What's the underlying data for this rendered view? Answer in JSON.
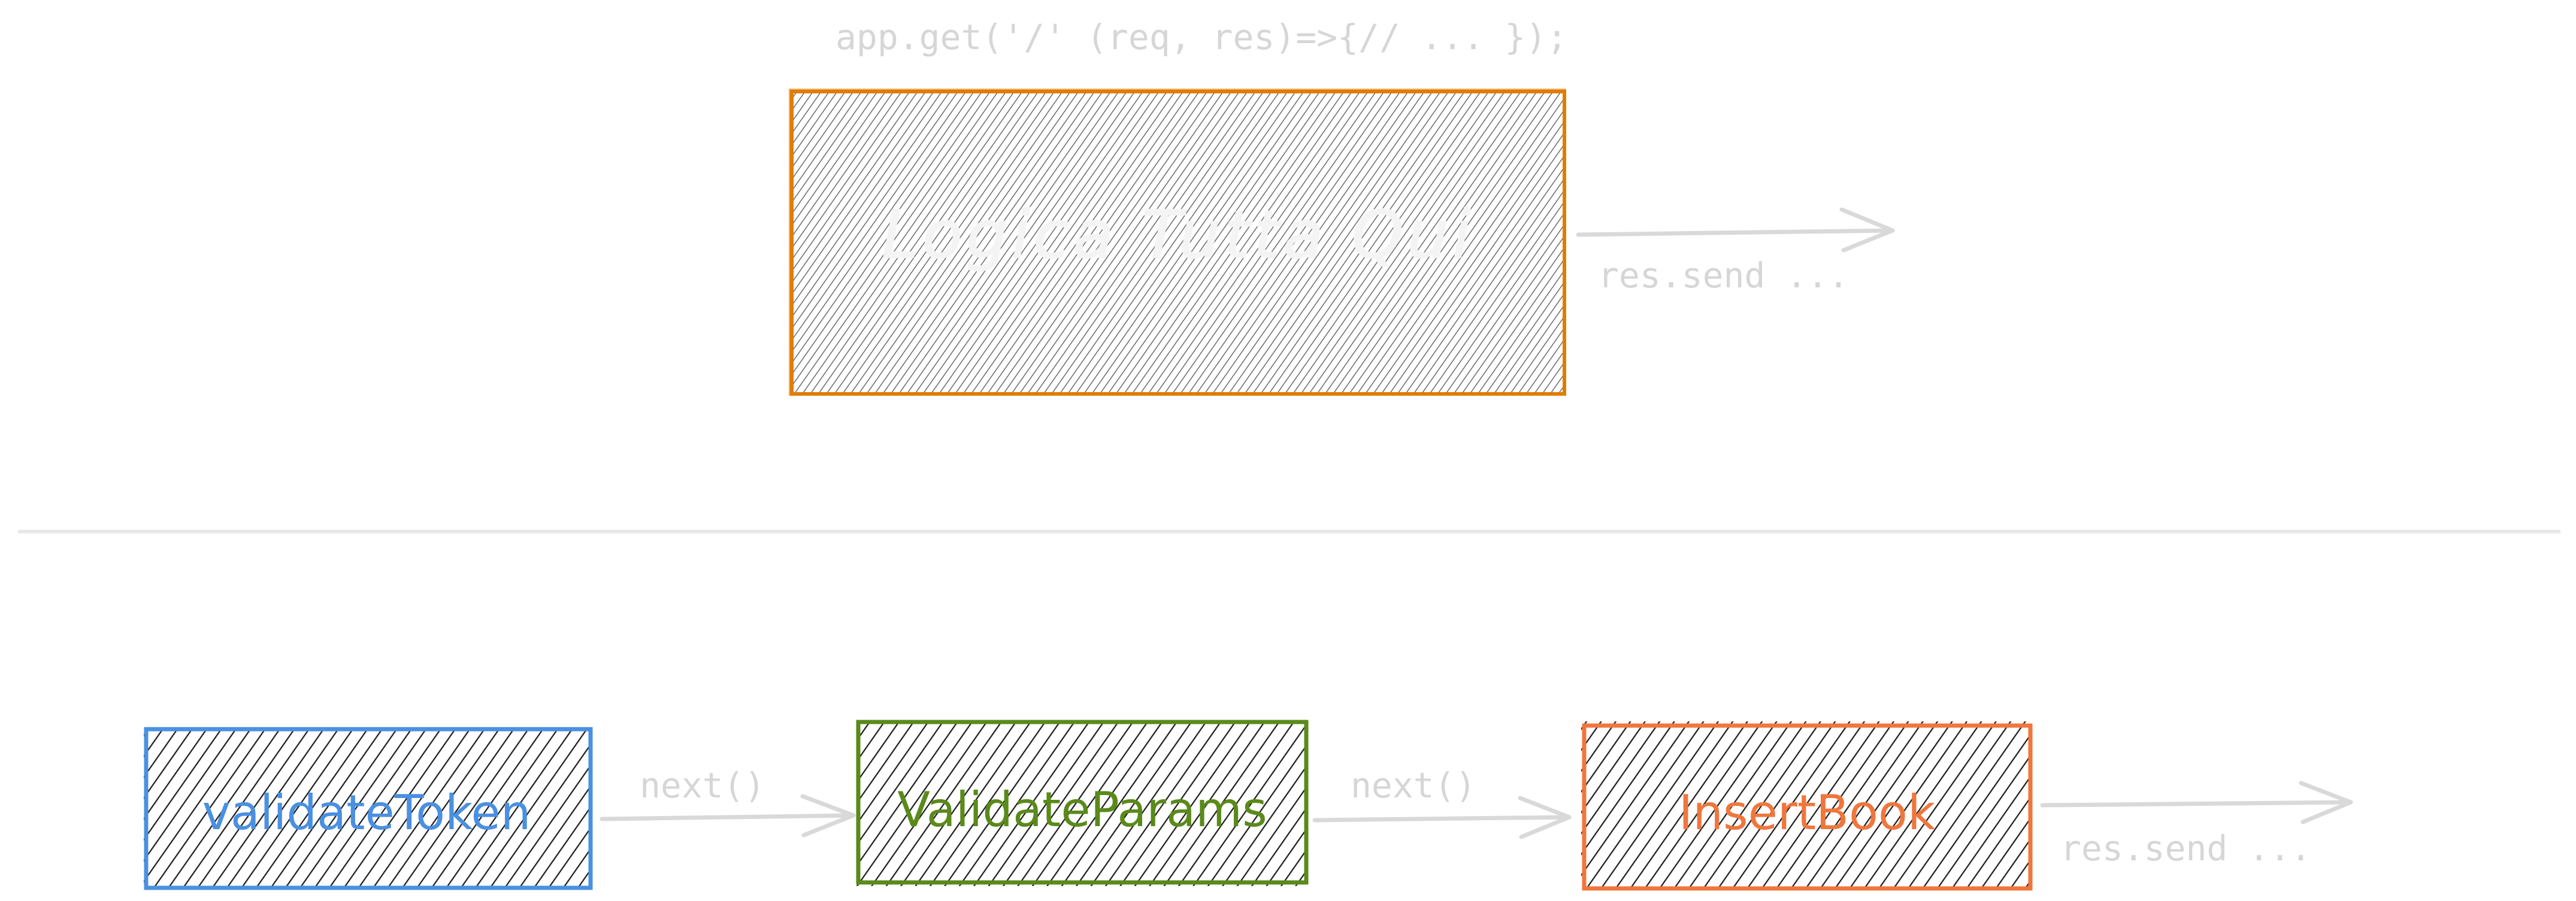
{
  "top": {
    "code_line": "app.get('/' (req, res)=>{// ... });",
    "box_label": "Logica Tutta Qui",
    "response_label": "res.send ..."
  },
  "bottom": {
    "boxes": [
      {
        "label": "validateToken",
        "color": "#4a90e2"
      },
      {
        "label": "ValidateParams",
        "color": "#5a8a1a"
      },
      {
        "label": "InsertBook",
        "color": "#f0763c"
      }
    ],
    "arrow_labels": [
      "next()",
      "next()"
    ],
    "response_label": "res.send ..."
  },
  "colors": {
    "top_box_stroke": "#e07c00",
    "muted_text": "#cfcfcf",
    "arrow": "#d9d9d9",
    "divider": "#e8e8e8",
    "hatch_top": "#6a6a6a",
    "hatch_bottom": "#1e1e1e"
  }
}
